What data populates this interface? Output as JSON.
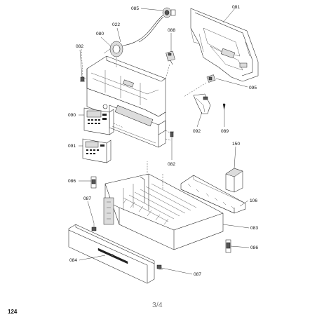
{
  "page": {
    "number": "124",
    "fraction": "3/4"
  },
  "parts": {
    "p085": "085",
    "p081": "081",
    "p022": "022",
    "p080": "080",
    "p088": "088",
    "p082a": "082",
    "p095": "095",
    "p090": "090",
    "p092": "092",
    "p089": "089",
    "p091": "091",
    "p082b": "082",
    "p150": "150",
    "p086a": "086",
    "p106": "106",
    "p087a": "087",
    "p083": "083",
    "p086b": "086",
    "p084": "084",
    "p087b": "087"
  }
}
